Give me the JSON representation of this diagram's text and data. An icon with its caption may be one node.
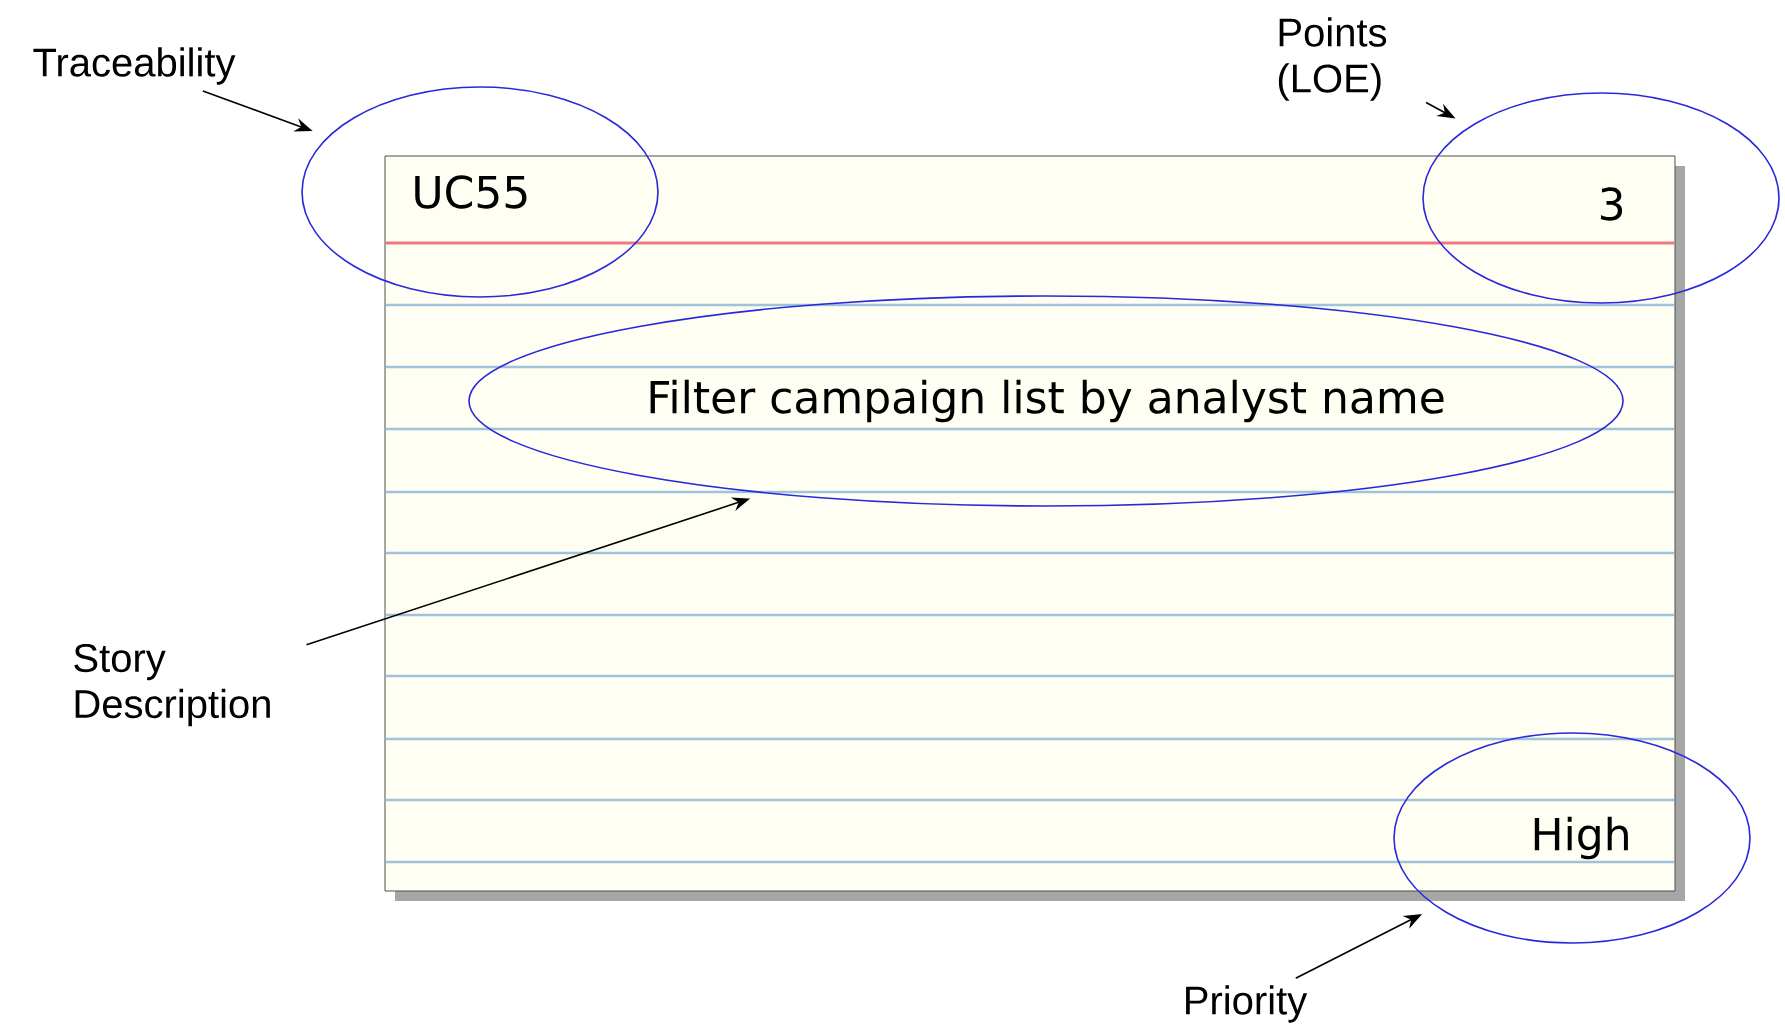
{
  "diagram": {
    "nodes": [
      {
        "text": [
          "Traceability"
        ]
      },
      {
        "text": [
          "Points (LOE)"
        ]
      },
      {
        "text": [
          "Story Description"
        ]
      },
      {
        "text": [
          "Priority"
        ]
      },
      {
        "text": [
          "UC55"
        ]
      },
      {
        "text": [
          "3"
        ]
      },
      {
        "text": [
          "Filter campaign list by analyst name"
        ]
      },
      {
        "text": [
          "High"
        ]
      }
    ],
    "edges": [
      {
        "from": 0,
        "to": 4,
        "arrow": "to"
      },
      {
        "from": 1,
        "to": 5,
        "arrow": "to"
      },
      {
        "from": 2,
        "to": 6,
        "arrow": "to"
      },
      {
        "from": 3,
        "to": 7,
        "arrow": "to"
      }
    ]
  }
}
